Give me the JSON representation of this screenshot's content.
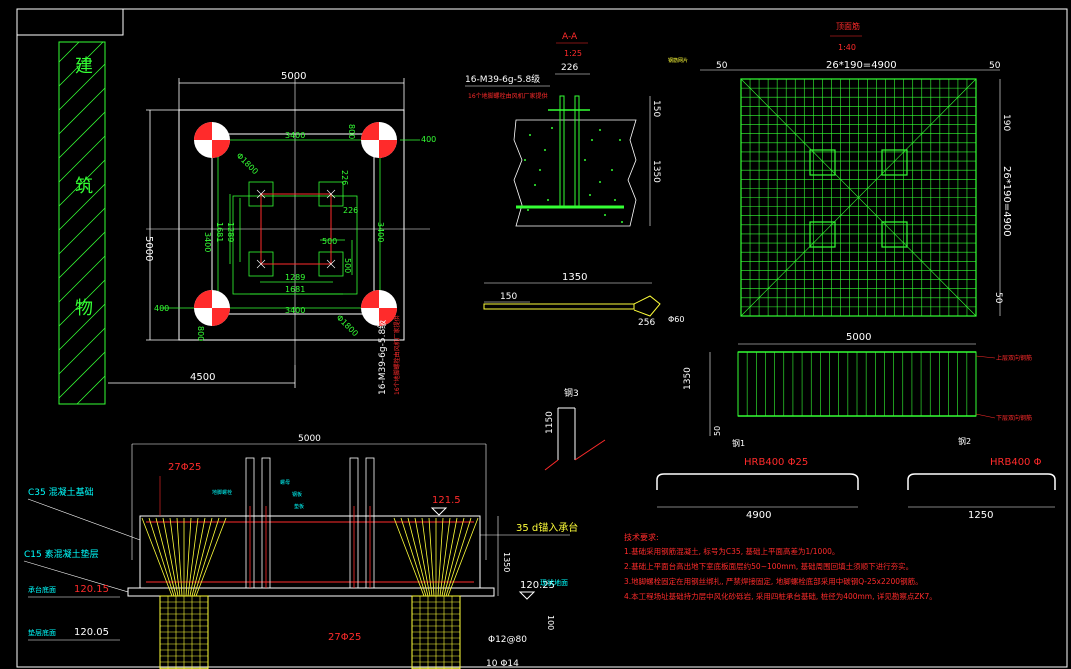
{
  "sheet": {
    "frame_color": "#ffffff",
    "background": "#000000"
  },
  "colors": {
    "white": "#ffffff",
    "green": "#34ff34",
    "yellow": "#ffff3a",
    "red": "#ff2b2b",
    "cyan": "#00ffff",
    "magenta": "#ff3cff"
  },
  "building": {
    "chars": [
      "建",
      "筑",
      "物"
    ]
  },
  "plan": {
    "width_top": "5000",
    "height_left": "5000",
    "inner_top": "3400",
    "inner_bottom": "3400",
    "inner_left": "3400",
    "inner_right": "3400",
    "bolt_top": "800",
    "bolt_right": "400",
    "bolt_left": "400",
    "bolt_bottom": "800",
    "dia_top": "Φ1800",
    "dia_bottom": "Φ1800",
    "small_226a": "226",
    "small_226b": "226",
    "small_500a": "500",
    "small_500b": "500",
    "dim_1289a": "1289",
    "dim_1289b": "1289",
    "dim_1681a": "1681",
    "dim_1681b": "1681",
    "dim_1289v": "1289",
    "dim_1681v": "1681",
    "dim_4500": "4500"
  },
  "section_aa": {
    "title": "A-A",
    "scale": "1:25",
    "dim_226": "226",
    "bolt_label": "16-M39-6g-5.8级",
    "bolt_sub": "16个地脚螺栓由风机厂家提供",
    "dim_150": "150",
    "dim_1350": "1350"
  },
  "bolt_detail": {
    "dim_1350": "1350",
    "dim_150": "150",
    "dim_256": "256",
    "dim_phi60": "Φ60",
    "vertical_label": "16-M39-6g-5.8级",
    "vertical_sub": "16个地脚螺栓由风机厂家提供"
  },
  "hook": {
    "label": "钢3",
    "dim_1150": "1150"
  },
  "mesh": {
    "title": "顶面筋",
    "scale": "1:40",
    "dim_50a": "50",
    "dim_50b": "50",
    "top_dim": "26*190=4900",
    "right_dim": "26*190=4900",
    "dim_190": "190",
    "dim_50c": "50",
    "note": "钢筋网片"
  },
  "elevation": {
    "dim_5000": "5000",
    "dim_1350": "1350",
    "dim_50": "50",
    "label_top": "上层双向钢筋",
    "label_bottom": "下层双向钢筋",
    "bar1": "钢1",
    "bar2": "钢2"
  },
  "bars": {
    "bar1_spec": "HRB400  Φ25",
    "bar1_len": "4900",
    "bar2_spec": "HRB400  Φ",
    "bar2_len": "1250"
  },
  "section": {
    "dim_5000": "5000",
    "rebar_top": "27Φ25",
    "rebar_bottom": "27Φ25",
    "c35": "C35 混凝土基础",
    "c15": "C15 素混凝土垫层",
    "elev_label1": "承台底面",
    "elev_1": "120.15",
    "elev_label2": "垫层底面",
    "elev_2": "120.05",
    "elev_top": "121.5",
    "elev_right": "120.25",
    "ground_label": "现状地面",
    "anchor": "35 d锚入承台",
    "dim_1350": "1350",
    "dim_100": "100",
    "pile_hoop": "Φ12@80",
    "pile_bar": "10 Φ14",
    "lbl_a": "地脚螺栓",
    "lbl_b": "螺母",
    "lbl_c": "钢板",
    "lbl_d": "垫板"
  },
  "notes": {
    "title": "技术要求:",
    "lines": [
      "1.基础采用钢筋混凝土, 标号为C35, 基础上平面高差为1/1000。",
      "2.基础上平面台高出地下室底板面层约50~100mm, 基础周围回填土须顺下进行夯实。",
      "3.地脚螺栓固定在用钢丝绑扎, 严禁焊接固定, 地脚螺栓底部采用中碳钢Q-25x2200钢筋。",
      "4.本工程场址基础持力层中风化砂砾岩, 采用四桩承台基础, 桩径为400mm, 详见勘察点ZK7。"
    ]
  }
}
